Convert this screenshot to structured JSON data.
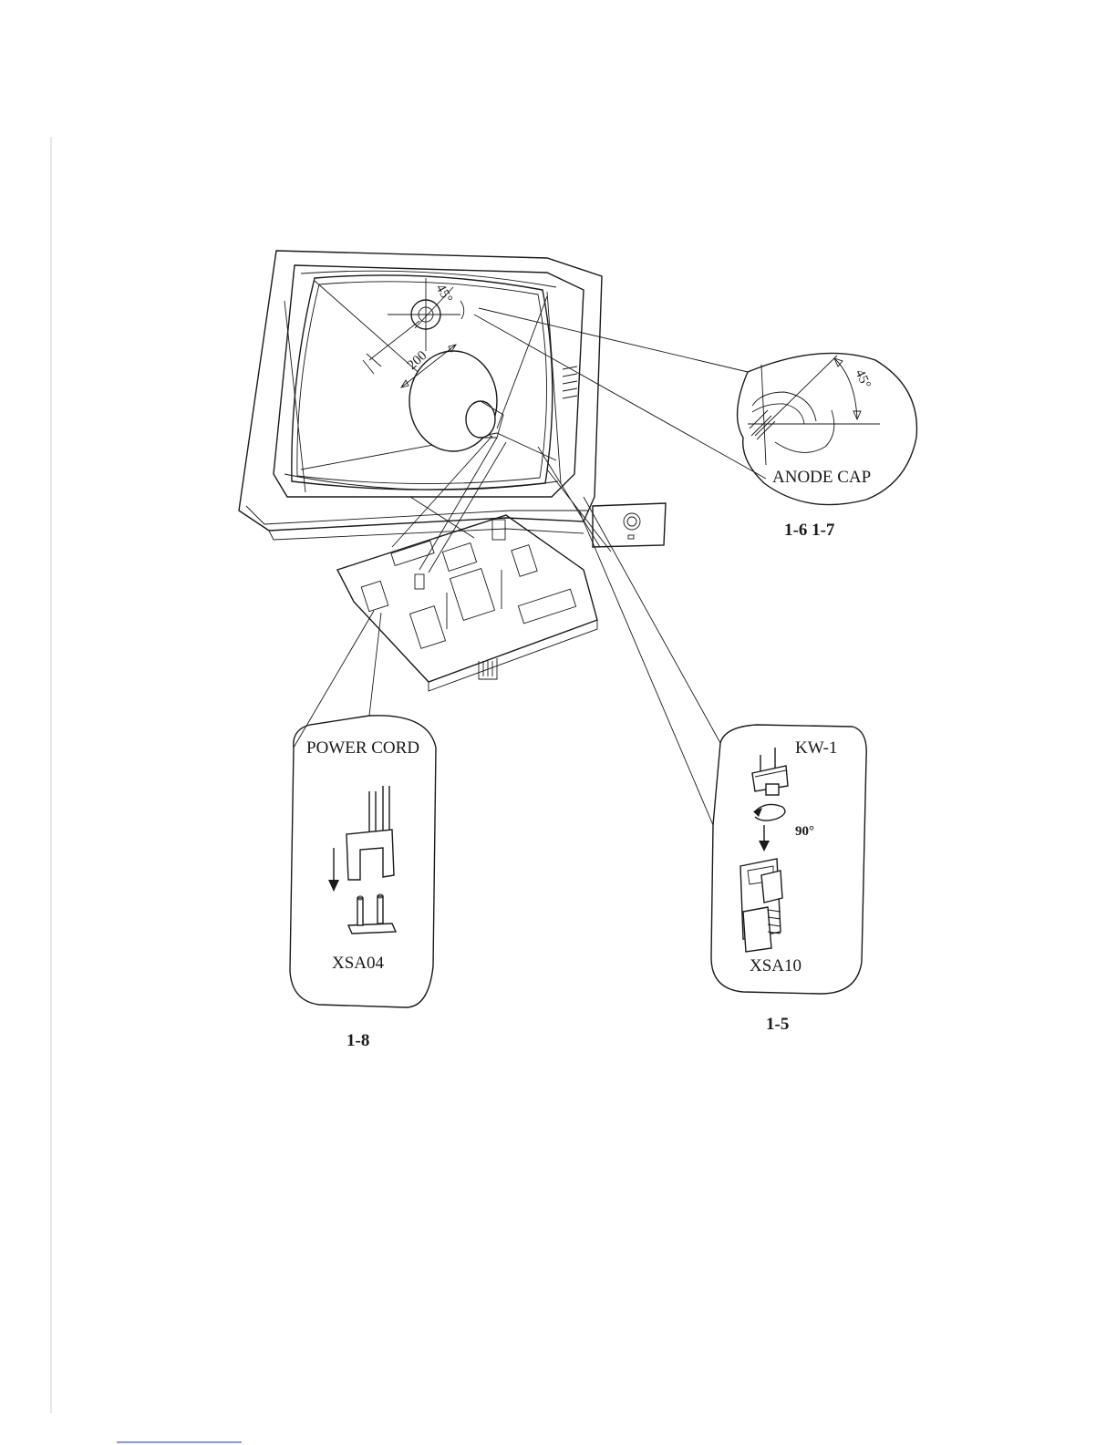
{
  "labels": {
    "anode_cap": "ANODE CAP",
    "angle_zoom": "45°",
    "angle_screen": "45°",
    "distance": "200",
    "power_cord": "POWER CORD",
    "xsa04": "XSA04",
    "kw1": "KW-1",
    "rotate_angle": "90°",
    "xsa10": "XSA10"
  },
  "steps": {
    "anode": "1-6  1-7",
    "power": "1-8",
    "connector": "1-5"
  },
  "colors": {
    "line": "#1a1a1a",
    "background": "#ffffff",
    "link_underline": "#3a5fd0"
  }
}
